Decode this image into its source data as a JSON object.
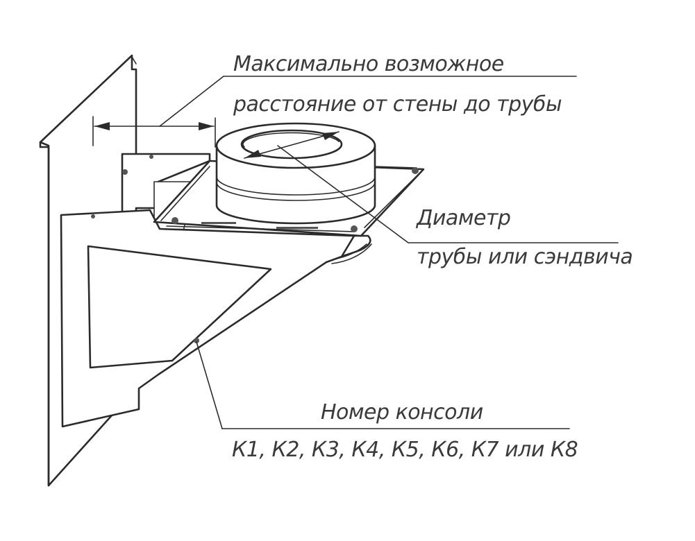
{
  "labels": {
    "distance_line1": "Максимально возможное",
    "distance_line2": "расстояние от стены до трубы",
    "diameter_line1": "Диаметр",
    "diameter_line2": "трубы или сэндвича",
    "console_line1": "Номер консоли",
    "console_line2": "К1, К2, К3, К4, К5, К6, К7 или К8"
  },
  "colors": {
    "line": "#2b2b2b",
    "text": "#3a3a3a",
    "background": "#ffffff"
  }
}
